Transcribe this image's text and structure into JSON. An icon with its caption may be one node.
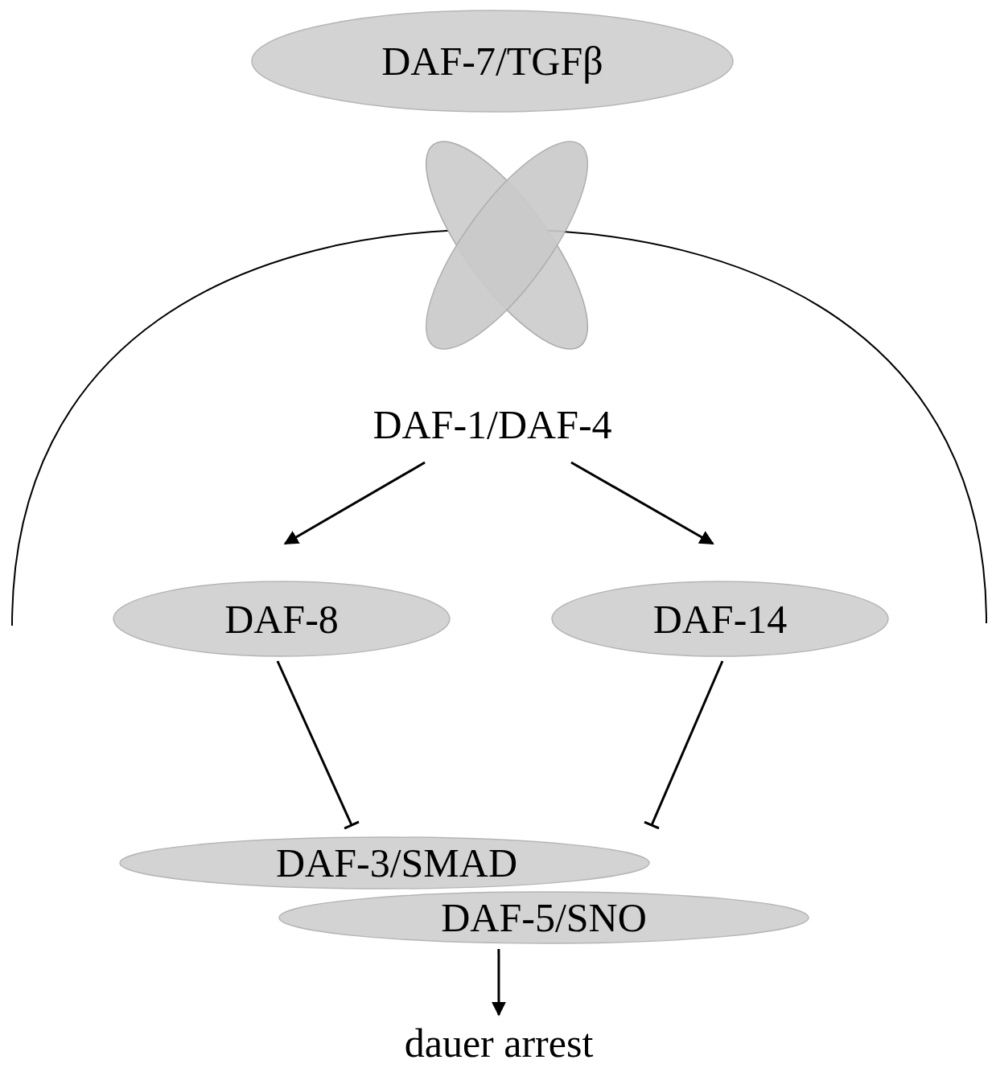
{
  "diagram": {
    "nodes": [
      {
        "text": [
          "DAF-7/TGFβ"
        ]
      },
      {
        "text": [
          "DAF-1/DAF-4"
        ]
      },
      {
        "text": [
          "DAF-8"
        ]
      },
      {
        "text": [
          "DAF-14"
        ]
      },
      {
        "text": [
          "DAF-3/SMAD"
        ]
      },
      {
        "text": [
          "DAF-5/SNO"
        ]
      },
      {
        "text": [
          "dauer arrest"
        ]
      }
    ],
    "edges": [
      {
        "from": 1,
        "to": 2,
        "arrow": "to"
      },
      {
        "from": 1,
        "to": 3,
        "arrow": "to"
      },
      {
        "from": 2,
        "to": 4,
        "arrow": "other"
      },
      {
        "from": 3,
        "to": 4,
        "arrow": "other"
      },
      {
        "from": 5,
        "to": 6,
        "arrow": "to"
      }
    ]
  }
}
